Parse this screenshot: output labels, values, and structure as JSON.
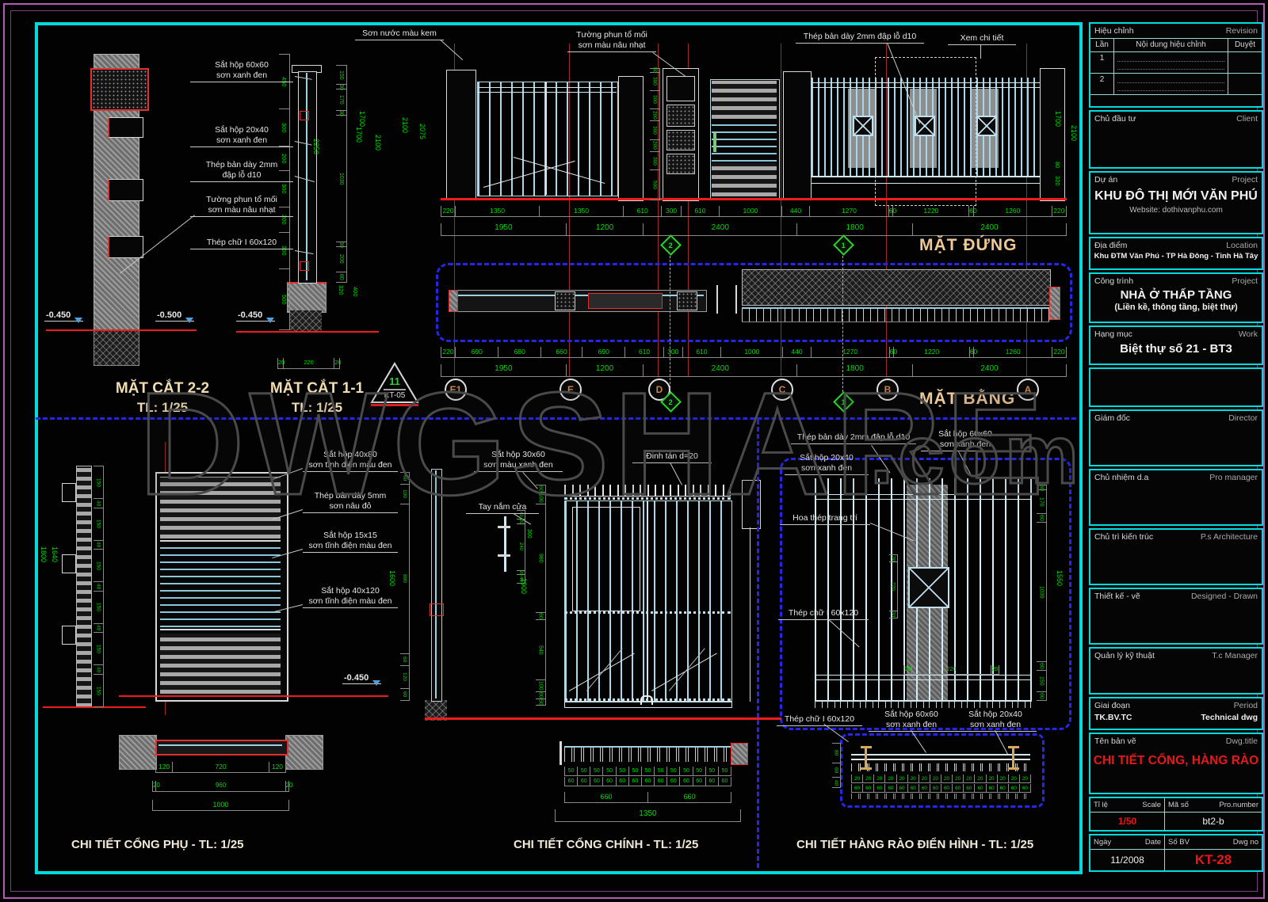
{
  "watermark": {
    "main": "DWGSHARE",
    "suffix": ".com"
  },
  "view_titles": {
    "elevation": "MẶT ĐỨNG",
    "plan": "MẶT BẰNG",
    "section22": "MẶT CẮT 2-2",
    "section22_scale": "TL: 1/25",
    "section11": "MẶT CẮT 1-1",
    "section11_scale": "TL: 1/25",
    "detail_side_gate": "CHI TIẾT CỔNG PHỤ - TL: 1/25",
    "detail_main_gate": "CHI TIẾT CỔNG CHÍNH - TL: 1/25",
    "detail_fence": "CHI TIẾT HÀNG RÀO ĐIỂN HÌNH - TL: 1/25"
  },
  "markers": {
    "triangle_number": "11",
    "triangle_sheet": "KT-05",
    "diamond_1": "1",
    "diamond_2": "2"
  },
  "grid_bubbles": [
    "E1",
    "E",
    "D",
    "C",
    "B",
    "A"
  ],
  "levels": {
    "l1": "-0.450",
    "l2": "-0.500",
    "l3": "-0.450",
    "l4": "-0.450"
  },
  "callouts": {
    "son_nuoc": "Sơn nước màu kem",
    "tuong_phun_1": "Tường phun tổ mối",
    "tuong_phun_2": "sơn màu nâu nhạt",
    "thep_ban_2mm": "Thép bản dày 2mm đập lỗ d10",
    "thep_ban_2mm_a": "Thép bản dày 2mm",
    "thep_ban_2mm_b": "đập lỗ d10",
    "xem_chi_tiet": "Xem chi tiết",
    "sat_hop_60x60": "Sắt hộp 60x60",
    "sat_hop_20x40": "Sắt hộp 20x40",
    "son_xanh_den": "sơn xanh đen",
    "thep_chu_i": "Thép chữ I 60x120",
    "sat_hop_40x80": "Sắt hộp 40x80",
    "sat_hop_15x15": "Sắt hộp 15x15",
    "sat_hop_40x120": "Sắt hộp 40x120",
    "son_tinh_dien": "sơn tĩnh điện màu đen",
    "thep_ban_5mm": "Thép bản dày 5mm",
    "son_nau_do": "sơn nâu đỏ",
    "sat_hop_30x60": "Sắt hộp 30x60",
    "son_mau_xanh_den": "sơn màu xanh đen",
    "tay_nam_cua": "Tay nắm cửa",
    "dinh_tan": "Đinh tán d=20",
    "hoa_thep": "Hoa thép trang trí"
  },
  "dims": {
    "sec22_chain": [
      "450",
      "300",
      "200",
      "300",
      "200",
      "300",
      "500"
    ],
    "sec22_total": "2250",
    "sec11_chain": [
      "150",
      "30",
      "170",
      "30",
      "1030",
      "30",
      "200",
      "80"
    ],
    "sec11_total": "1700",
    "sec11_base": [
      "320",
      "400"
    ],
    "sec11_base_row": [
      "20",
      "220",
      "20"
    ],
    "pillar_chain": [
      "50",
      "300",
      "300",
      "200",
      "300",
      "200",
      "300",
      "500"
    ],
    "elev_row1": [
      "220",
      "1350",
      "1350",
      "610",
      "300",
      "610",
      "1000",
      "440",
      "1270",
      "60",
      "1220",
      "60",
      "1260",
      "220"
    ],
    "elev_row2": [
      "1950",
      "1200",
      "2400",
      "1800",
      "2400"
    ],
    "elev_left": [
      "1700",
      "2100",
      "2100",
      "2075"
    ],
    "elev_right": [
      "1700",
      "2100",
      "80",
      "320"
    ],
    "plan_row1": [
      "220",
      "690",
      "680",
      "660",
      "690",
      "610",
      "300",
      "610",
      "1000",
      "440",
      "1270",
      "60",
      "1220",
      "60",
      "1260",
      "220"
    ],
    "plan_row2": [
      "1950",
      "1200",
      "2400",
      "1800",
      "2400"
    ],
    "gate1_left_chain": [
      "150",
      "40",
      "150",
      "40",
      "150",
      "40",
      "150",
      "40",
      "150",
      "40",
      "150"
    ],
    "gate1_left_totals": [
      "1640",
      "1800"
    ],
    "gate1_side_chain": [
      "60",
      "100",
      "800",
      "60",
      "120",
      "60"
    ],
    "gate1_side_total": "1600",
    "gate1_handle_chain": [
      "40",
      "20",
      "240",
      "20",
      "40"
    ],
    "gate1_handle_total": "360",
    "gate1_plan_row1": [
      "120",
      "720",
      "120"
    ],
    "gate1_plan_row2": [
      "20",
      "960",
      "20"
    ],
    "gate1_plan_total": [
      "1000"
    ],
    "gate2_chain": [
      "60",
      "100",
      "980",
      "60",
      "540",
      "100",
      "60",
      "50"
    ],
    "gate2_total": "1900",
    "gate2_plan_row50": [
      "50",
      "50",
      "50",
      "50",
      "50",
      "50",
      "50",
      "50",
      "50",
      "50",
      "50",
      "50",
      "50"
    ],
    "gate2_plan_row60": [
      "60",
      "60",
      "60",
      "60",
      "60",
      "60",
      "60",
      "60",
      "60",
      "60",
      "60",
      "60",
      "60"
    ],
    "gate2_plan_row660": [
      "660",
      "660"
    ],
    "gate2_plan_total": [
      "1350"
    ],
    "fence_chain": [
      "30",
      "170",
      "60",
      "1030",
      "60",
      "150",
      "60"
    ],
    "fence_total": "1550",
    "fence_center_v": [
      "30",
      "220",
      "30"
    ],
    "fence_center_h": [
      "20",
      "220",
      "20"
    ],
    "fence_plan_row20": [
      "20",
      "20",
      "20",
      "20",
      "20",
      "20",
      "20",
      "20",
      "20",
      "20",
      "20",
      "20",
      "20",
      "20",
      "20",
      "20"
    ],
    "fence_plan_row60": [
      "60",
      "60",
      "60",
      "60",
      "60",
      "60",
      "60",
      "60",
      "60",
      "60",
      "60",
      "60",
      "60",
      "60",
      "60",
      "60"
    ],
    "fence_plan_left": [
      "80",
      "60",
      "40"
    ]
  },
  "title_block": {
    "revision": {
      "vi": "Hiệu chỉnh",
      "en": "Revision",
      "col1": "Lần",
      "col2": "Nội dung hiệu chỉnh",
      "col3": "Duyệt",
      "rows": [
        "1",
        "2"
      ]
    },
    "client": {
      "vi": "Chủ đầu tư",
      "en": "Client"
    },
    "project": {
      "vi": "Dự án",
      "en": "Project",
      "name": "KHU ĐÔ THỊ MỚI VĂN PHÚ",
      "website": "Website: dothivanphu.com"
    },
    "location": {
      "vi": "Địa điểm",
      "en": "Location",
      "value": "Khu ĐTM Văn Phú - TP Hà Đông - Tỉnh Hà Tây"
    },
    "works": {
      "vi": "Công trình",
      "en": "Project",
      "name": "NHÀ Ở THẤP TẦNG",
      "sub": "(Liền kề, thông tầng, biệt thự)"
    },
    "work_item": {
      "vi": "Hạng mục",
      "en": "Work",
      "value": "Biệt thự số 21 - BT3"
    },
    "director": {
      "vi": "Giám đốc",
      "en": "Director"
    },
    "pro_manager": {
      "vi": "Chủ nhiệm d.a",
      "en": "Pro manager"
    },
    "architect": {
      "vi": "Chủ trì kiến trúc",
      "en": "P.s Architecture"
    },
    "designer": {
      "vi": "Thiết kế - vẽ",
      "en": "Designed - Drawn"
    },
    "tc_manager": {
      "vi": "Quản lý kỹ thuật",
      "en": "T.c Manager"
    },
    "period": {
      "vi": "Giai đoạn",
      "en": "Period",
      "value_vi": "TK.BV.TC",
      "value_en": "Technical dwg"
    },
    "dwg_title": {
      "vi": "Tên bản vẽ",
      "en": "Dwg.title",
      "value": "CHI TIẾT CỔNG, HÀNG RÀO"
    },
    "scale": {
      "vi": "Tỉ lệ",
      "en": "Scale",
      "value": "1/50"
    },
    "pro_number": {
      "vi": "Mã số",
      "en": "Pro.number",
      "value": "bt2-b"
    },
    "date": {
      "vi": "Ngày",
      "en": "Date",
      "value": "11/2008"
    },
    "dwg_no": {
      "vi": "Số BV",
      "en": "Dwg no",
      "value": "KT-28"
    }
  }
}
